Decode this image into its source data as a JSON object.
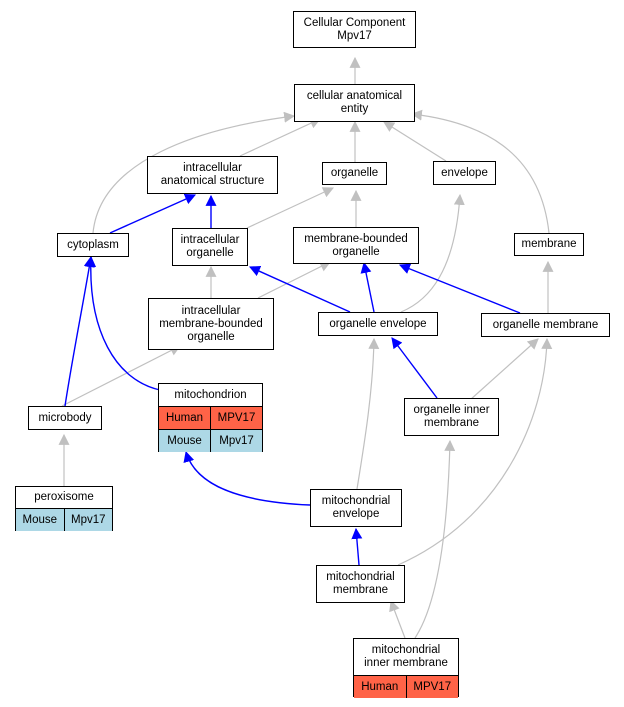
{
  "nodes": {
    "cc_mpv17": {
      "line1": "Cellular Component",
      "line2": "Mpv17"
    },
    "cae": {
      "line1": "cellular anatomical",
      "line2": "entity"
    },
    "ias": {
      "line1": "intracellular",
      "line2": "anatomical structure"
    },
    "organelle": {
      "line1": "organelle"
    },
    "envelope": {
      "line1": "envelope"
    },
    "cytoplasm": {
      "line1": "cytoplasm"
    },
    "io": {
      "line1": "intracellular",
      "line2": "organelle"
    },
    "mbo": {
      "line1": "membrane-bounded",
      "line2": "organelle"
    },
    "membrane": {
      "line1": "membrane"
    },
    "imbo": {
      "line1": "intracellular",
      "line2": "membrane-bounded",
      "line3": "organelle"
    },
    "oe": {
      "line1": "organelle envelope"
    },
    "om": {
      "line1": "organelle membrane"
    },
    "mitochondrion": {
      "line1": "mitochondrion",
      "rows": [
        [
          "Human",
          "MPV17"
        ],
        [
          "Mouse",
          "Mpv17"
        ]
      ]
    },
    "microbody": {
      "line1": "microbody"
    },
    "oim": {
      "line1": "organelle inner",
      "line2": "membrane"
    },
    "peroxisome": {
      "line1": "peroxisome",
      "rows": [
        [
          "Mouse",
          "Mpv17"
        ]
      ]
    },
    "me": {
      "line1": "mitochondrial",
      "line2": "envelope"
    },
    "mm": {
      "line1": "mitochondrial",
      "line2": "membrane"
    },
    "mim": {
      "line1": "mitochondrial",
      "line2": "inner membrane",
      "rows": [
        [
          "Human",
          "MPV17"
        ]
      ]
    }
  },
  "colors": {
    "human": "#ff6347",
    "mouse": "#add8e6",
    "part_of": "#0000ff",
    "is_a": "#c0c0c0"
  }
}
